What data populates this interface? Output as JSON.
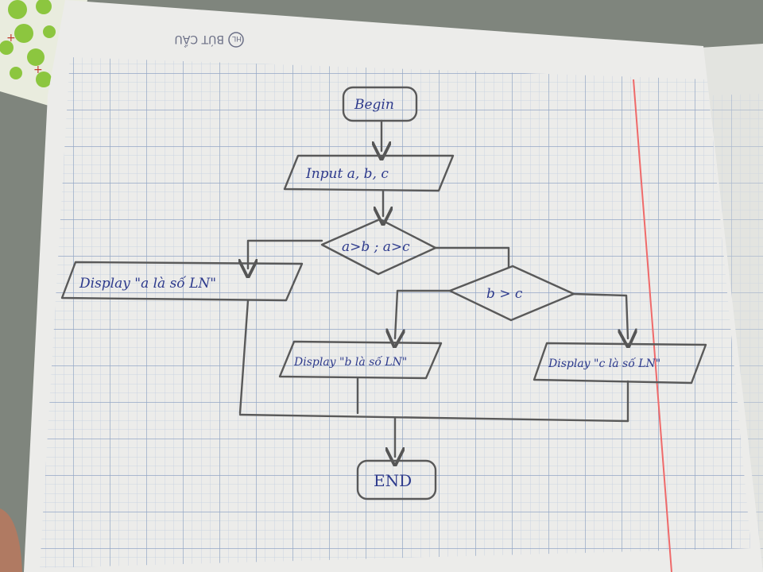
{
  "notebook": {
    "header_brand": "BÚT CẦU",
    "header_logo_text": "HL",
    "colors": {
      "paper": "#eeeeec",
      "grid_minor": "#b9c6d8",
      "grid_major": "#8fa2c4",
      "margin_line": "#ef6a6a",
      "ink": "#2d3a8c",
      "pencil": "#5a5a5a"
    }
  },
  "flowchart": {
    "begin": "Begin",
    "input": "Input a, b, c",
    "decision_1": "a>b ; a>c",
    "decision_2": "b > c",
    "display_a": "Display \"a là số LN\"",
    "display_b": "Display \"b là số LN\"",
    "display_c": "Display \"c là số LN\"",
    "end": "END"
  }
}
